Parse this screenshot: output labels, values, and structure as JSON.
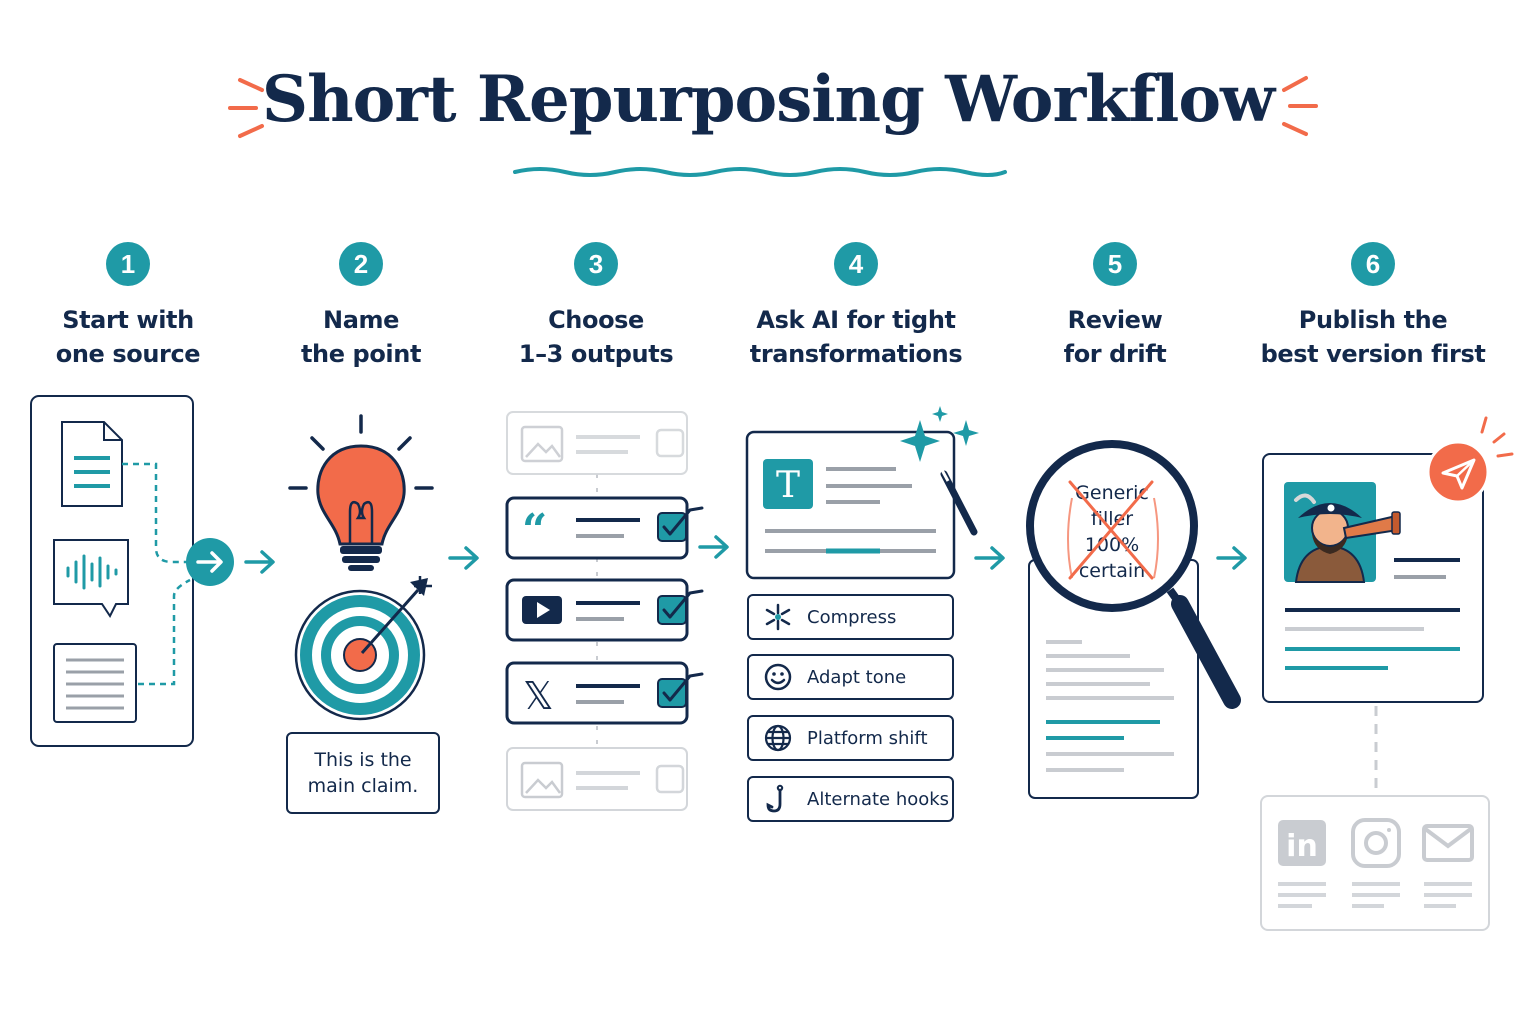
{
  "title": "Short Repurposing Workflow",
  "colors": {
    "navy": "#13294b",
    "teal": "#1f9aa6",
    "orange": "#f26b4a",
    "gray": "#c9ccd1"
  },
  "steps": [
    {
      "number": "1",
      "label_line1": "Start with",
      "label_line2": "one source"
    },
    {
      "number": "2",
      "label_line1": "Name",
      "label_line2": "the point"
    },
    {
      "number": "3",
      "label_line1": "Choose",
      "label_line2": "1–3 outputs"
    },
    {
      "number": "4",
      "label_line1": "Ask AI for tight",
      "label_line2": "transformations"
    },
    {
      "number": "5",
      "label_line1": "Review",
      "label_line2": "for drift"
    },
    {
      "number": "6",
      "label_line1": "Publish the",
      "label_line2": "best version first"
    }
  ],
  "claim": {
    "line1": "This is the",
    "line2": "main claim."
  },
  "transform_card": {
    "letter": "T"
  },
  "outputs": {
    "x_glyph": "𝕏",
    "quote_glyph": "“"
  },
  "actions": [
    {
      "label": "Compress",
      "icon": "compress-icon"
    },
    {
      "label": "Adapt tone",
      "icon": "smiley-icon"
    },
    {
      "label": "Platform shift",
      "icon": "globe-icon"
    },
    {
      "label": "Alternate hooks",
      "icon": "hook-icon"
    }
  ],
  "drift": {
    "line1": "Generic",
    "line2": "filler",
    "line3": "100%",
    "line4": "certain"
  },
  "channels": {
    "linkedin_text": "in",
    "icons": [
      "linkedin-icon",
      "instagram-icon",
      "mail-icon"
    ]
  }
}
